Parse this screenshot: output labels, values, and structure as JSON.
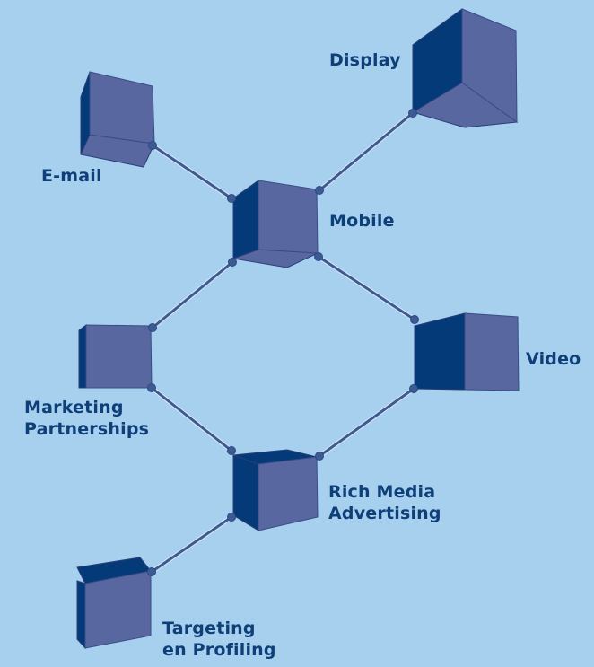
{
  "colors": {
    "background": "#a6d0ee",
    "cube_front": "#58679f",
    "cube_dark": "#043a78",
    "connector": "#3e5a93",
    "label": "#0f3f78"
  },
  "nodes": [
    {
      "id": "email",
      "label_lines": [
        "E-mail"
      ],
      "icon": "cube-icon"
    },
    {
      "id": "display",
      "label_lines": [
        "Display"
      ],
      "icon": "cube-icon"
    },
    {
      "id": "mobile",
      "label_lines": [
        "Mobile"
      ],
      "icon": "cube-icon"
    },
    {
      "id": "marketing",
      "label_lines": [
        "Marketing",
        "Partnerships"
      ],
      "icon": "cube-icon"
    },
    {
      "id": "video",
      "label_lines": [
        "Video"
      ],
      "icon": "cube-icon"
    },
    {
      "id": "richmedia",
      "label_lines": [
        "Rich Media",
        "Advertising"
      ],
      "icon": "cube-icon"
    },
    {
      "id": "targeting",
      "label_lines": [
        "Targeting",
        "en Profiling"
      ],
      "icon": "cube-icon"
    }
  ],
  "edges": [
    {
      "from": "email",
      "to": "mobile"
    },
    {
      "from": "display",
      "to": "mobile"
    },
    {
      "from": "mobile",
      "to": "marketing"
    },
    {
      "from": "mobile",
      "to": "video"
    },
    {
      "from": "marketing",
      "to": "richmedia"
    },
    {
      "from": "video",
      "to": "richmedia"
    },
    {
      "from": "richmedia",
      "to": "targeting"
    }
  ]
}
